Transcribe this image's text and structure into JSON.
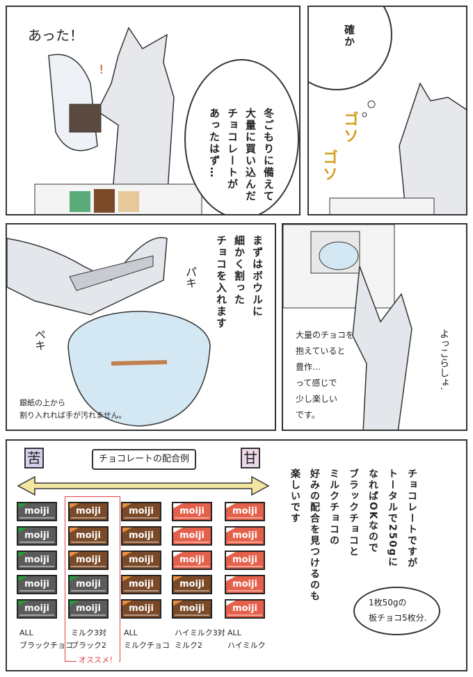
{
  "panel1": {
    "exclaim": "あった！",
    "mark": "!",
    "bubble": "冬ごもりに備えて\n大量に買い込んだ\nチョコレートが\nあったはず…"
  },
  "panel2": {
    "thought": "確か",
    "sfx1": "ゴソ",
    "sfx2": "ゴソ"
  },
  "panel3": {
    "narration": "まずはボウルに\n細かく割った\nチョコを入れます",
    "sfx1": "パキ",
    "sfx2": "ペキ",
    "note": "銀紙の上から\n割り入れれば手が汚れません。"
  },
  "panel4": {
    "sfx": "よっこらしょ.",
    "note": "大量のチョコを\n抱えていると\n豊作…\nって感じで\n少し楽しい\nです。"
  },
  "panel5": {
    "bitter": "苦",
    "sweet": "甘",
    "title": "チョコレートの配合例",
    "brand": "moiji",
    "colors": {
      "black": "#5b5b5b",
      "milk": "#7a4a28",
      "highmilk": "#e5604a",
      "black_corner": "#2a9a3a",
      "milk_corner": "#e89040",
      "highmilk_corner": "#ffffff",
      "recommend": "#e04040",
      "arrow": "#f3e6a0"
    },
    "columns": [
      {
        "label": "ALL\nブラックチョコ",
        "bars": [
          "black",
          "black",
          "black",
          "black",
          "black"
        ]
      },
      {
        "label": "ミルク3対\nブラック2",
        "bars": [
          "milk",
          "milk",
          "milk",
          "black",
          "black"
        ],
        "recommended": true
      },
      {
        "label": "ALL\nミルクチョコ",
        "bars": [
          "milk",
          "milk",
          "milk",
          "milk",
          "milk"
        ]
      },
      {
        "label": "ハイミルク3対\nミルク2",
        "bars": [
          "highmilk",
          "highmilk",
          "highmilk",
          "milk",
          "milk"
        ]
      },
      {
        "label": "ALL\nハイミルク",
        "bars": [
          "highmilk",
          "highmilk",
          "highmilk",
          "highmilk",
          "highmilk"
        ]
      }
    ],
    "recommend_label": "オススメ！",
    "narration": "チョコレートですが\nトータルで250gに\nなればOKなので\nブラックチョコと\nミルクチョコの\n好みの配合を見つけるのも\n楽しいです",
    "bubble": "1枚50gの\n板チョコ5枚分."
  }
}
